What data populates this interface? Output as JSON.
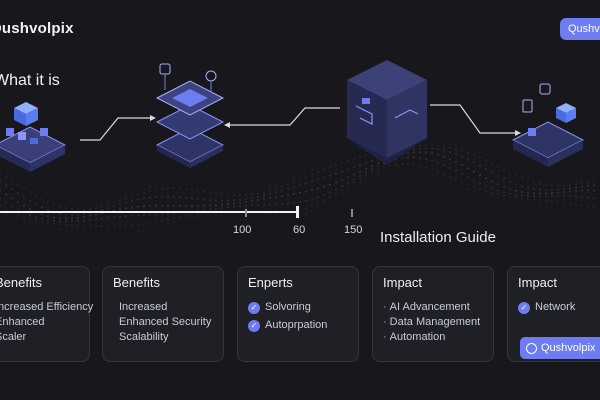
{
  "brand": "Qushvolpix",
  "top_button": "Qushvolpix",
  "subtitle": "What it is",
  "ticks": [
    "100",
    "60",
    "150"
  ],
  "section_title": "Installation Guide",
  "cards": [
    {
      "title": "Benefits",
      "items": [
        "Increased Efficiency",
        "Enhanced",
        "Scaler"
      ]
    },
    {
      "title": "Benefits",
      "items": [
        "Increased",
        "Enhanced Security",
        "Scalability"
      ]
    },
    {
      "title": "Enperts",
      "checks": [
        "Solvoring",
        "Autoprpation"
      ]
    },
    {
      "title": "Impact",
      "items": [
        "AI Advancement",
        "Data Management",
        "Automation"
      ]
    },
    {
      "title": "Impact",
      "checks": [
        "Network"
      ],
      "button": "Qushvolpix"
    }
  ],
  "colors": {
    "accent": "#6d7cf0",
    "background": "#17171c",
    "card": "#1f2026"
  },
  "icons": [
    "check-icon",
    "chat-icon"
  ]
}
